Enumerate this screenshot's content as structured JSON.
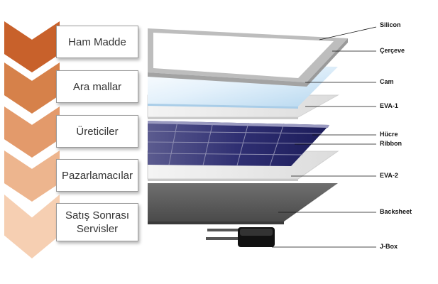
{
  "value_chain": {
    "stages": [
      {
        "label": "Ham Madde",
        "color": "#c8612b"
      },
      {
        "label": "Ara mallar",
        "color": "#d6814a"
      },
      {
        "label": "Üreticiler",
        "color": "#e39a6b"
      },
      {
        "label": "Pazarlamacılar",
        "color": "#edb58e"
      },
      {
        "label": "Satış Sonrası\nServisler",
        "color": "#f6cfb2"
      }
    ]
  },
  "panel": {
    "layers": [
      {
        "key": "silicon",
        "label": "Silicon"
      },
      {
        "key": "frame",
        "label": "Çerçeve"
      },
      {
        "key": "glass",
        "label": "Cam"
      },
      {
        "key": "eva1",
        "label": "EVA-1"
      },
      {
        "key": "cell",
        "label": "Hücre"
      },
      {
        "key": "ribbon",
        "label": "Ribbon"
      },
      {
        "key": "eva2",
        "label": "EVA-2"
      },
      {
        "key": "backsheet",
        "label": "Backsheet"
      },
      {
        "key": "jbox",
        "label": "J-Box"
      }
    ]
  }
}
